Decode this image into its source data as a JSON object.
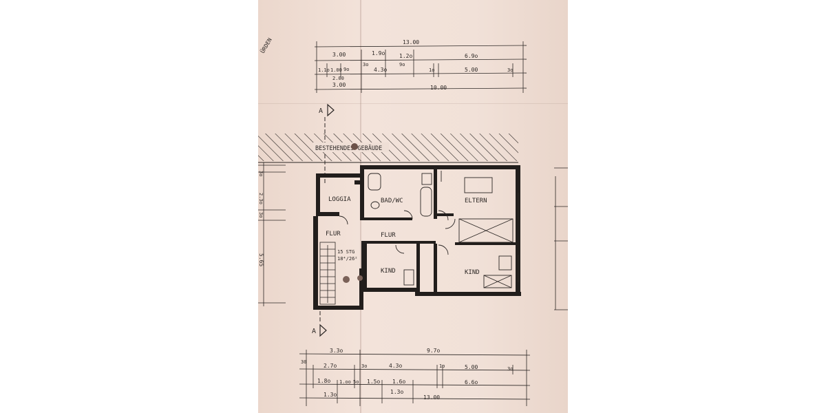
{
  "colors": {
    "paper": "#efdfd6",
    "ink": "#2b2624",
    "wall": "#221e1c"
  },
  "top_dims": {
    "row1": [
      "13.00"
    ],
    "row2": [
      "3.00",
      "1.9o",
      "1.2o",
      "6.9o"
    ],
    "row3": [
      "9o"
    ],
    "row4": [
      "1.1o",
      "1.00",
      "9o",
      "3o",
      "4.3o",
      "1o",
      "5.00",
      "3o"
    ],
    "row5": [
      "2.00"
    ],
    "row6": [
      "3.00",
      "10.00"
    ]
  },
  "bottom_dims": {
    "row1": [
      "3.3o",
      "9.7o"
    ],
    "row2": [
      "30",
      "2.7o",
      "3o",
      "4.3o",
      "1o",
      "5.00",
      "3o"
    ],
    "row3": [
      "1.8o",
      "1.oo",
      "5o",
      "1.5o",
      "1.6o",
      "6.6o"
    ],
    "row4": [
      "1.3o",
      "1.3o",
      "13.00"
    ]
  },
  "left_dims": [
    "3o",
    "2.3o",
    "3o",
    "5.65"
  ],
  "section_mark": "A",
  "corner_text": "ÜRDEN",
  "labels": {
    "existing_building": "BESTEHENDES GEBÄUDE",
    "loggia": "LOGGIA",
    "bath": "BAD/WC",
    "parents": "ELTERN",
    "hall_left": "FLUR",
    "hall_center": "FLUR",
    "child_left": "KIND",
    "child_right": "KIND",
    "stairs_line1": "15 STG",
    "stairs_line2": "18⁴/26²"
  }
}
